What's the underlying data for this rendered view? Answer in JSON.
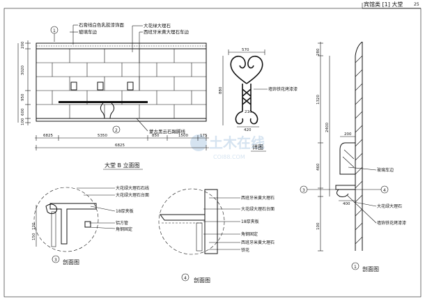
{
  "header": {
    "category": "宾馆类 [1] 大堂",
    "page_number": "25"
  },
  "watermark": {
    "brand": "土木在线",
    "site": "COI88.COM"
  },
  "elevation": {
    "title": "大堂 B 立面图",
    "callouts": [
      "石膏线白色乳胶漆饰面",
      "玻璃车边",
      "大花绿大理石",
      "西班牙米黄大理石车边",
      "蒙古黑云石踢脚线"
    ],
    "dims_top": [
      "6825",
      "5350",
      "850",
      "1500",
      "175"
    ],
    "dims_bottom": "6825",
    "dims_left": [
      "200",
      "3020",
      "950",
      "600",
      "100"
    ],
    "markers": [
      "1",
      "2"
    ]
  },
  "detail_view": {
    "title": "详图",
    "width_top": "570",
    "width_bottom": "420",
    "height": "880",
    "inner_width": "210",
    "callout": "墙饰铁花烤漆漆"
  },
  "section_3": {
    "title": "剖面图",
    "marker": "3",
    "callouts": [
      "大花绿大理石石线",
      "大花绿大理石台面",
      "18厚夹板",
      "铝方管",
      "角钢固定"
    ],
    "dims": [
      "120",
      "150"
    ]
  },
  "section_4": {
    "title": "剖面图",
    "marker": "4",
    "callouts": [
      "西班牙米黄大理石",
      "大花绿大理石台面",
      "18厚夹板",
      "角钢固定",
      "西班牙米黄大理石",
      "铁花"
    ]
  },
  "section_1": {
    "title": "剖面图",
    "marker": "1",
    "callouts": [
      "玻璃车边",
      "大花绿大理石",
      "墙饰铁花烤漆漆"
    ],
    "dims": [
      "280",
      "1320",
      "2400",
      "460",
      "400",
      "200",
      "100"
    ],
    "side_markers": [
      "3",
      "4"
    ]
  }
}
